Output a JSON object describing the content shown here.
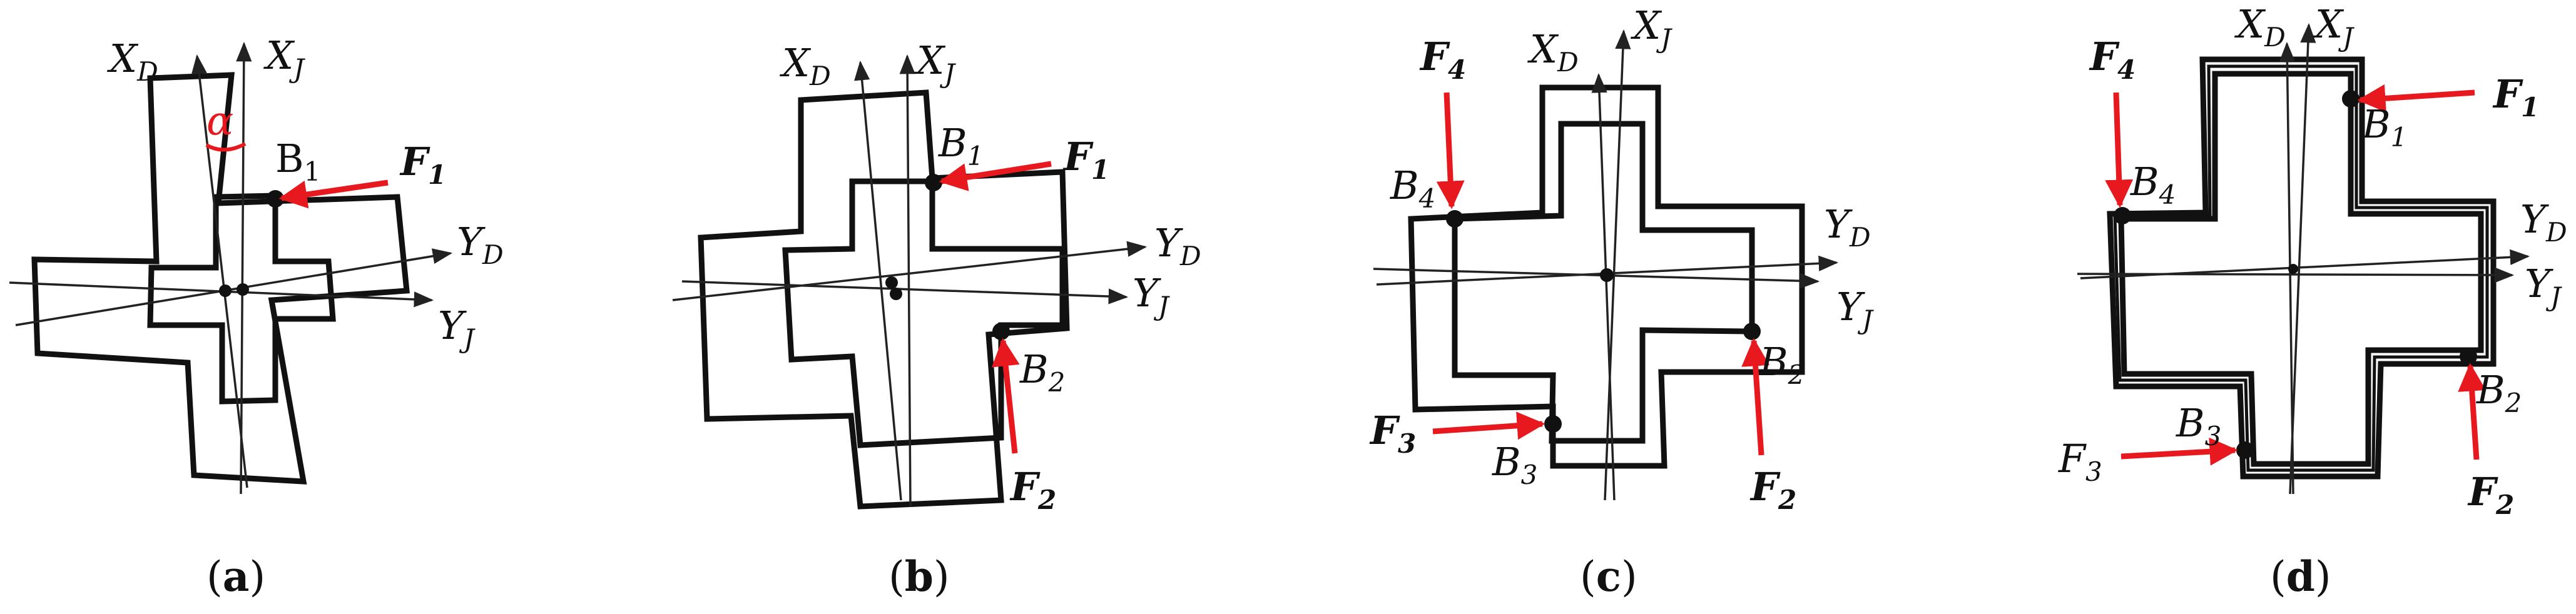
{
  "colors": {
    "force": "#e8191e",
    "outline": "#111111",
    "axis": "#222222"
  },
  "panels": [
    {
      "caption": "a",
      "xd": "X",
      "xd_sub": "D",
      "xj": "X",
      "xj_sub": "J",
      "yd": "Y",
      "yd_sub": "D",
      "yj": "Y",
      "yj_sub": "J",
      "alpha": "α",
      "points": [
        {
          "name": "B",
          "sub": "1"
        }
      ],
      "forces": [
        {
          "name": "F",
          "sub": "1"
        }
      ]
    },
    {
      "caption": "b",
      "xd": "X",
      "xd_sub": "D",
      "xj": "X",
      "xj_sub": "J",
      "yd": "Y",
      "yd_sub": "D",
      "yj": "Y",
      "yj_sub": "J",
      "points": [
        {
          "name": "B",
          "sub": "1"
        },
        {
          "name": "B",
          "sub": "2"
        }
      ],
      "forces": [
        {
          "name": "F",
          "sub": "1"
        },
        {
          "name": "F",
          "sub": "2"
        }
      ]
    },
    {
      "caption": "c",
      "xd": "X",
      "xd_sub": "D",
      "xj": "X",
      "xj_sub": "J",
      "yd": "Y",
      "yd_sub": "D",
      "yj": "Y",
      "yj_sub": "J",
      "points": [
        {
          "name": "B",
          "sub": "4"
        },
        {
          "name": "B",
          "sub": "2"
        },
        {
          "name": "B",
          "sub": "3"
        }
      ],
      "forces": [
        {
          "name": "F",
          "sub": "4"
        },
        {
          "name": "F",
          "sub": "2"
        },
        {
          "name": "F",
          "sub": "3"
        }
      ]
    },
    {
      "caption": "d",
      "xd": "X",
      "xd_sub": "D",
      "xj": "X",
      "xj_sub": "J",
      "yd": "Y",
      "yd_sub": "D",
      "yj": "Y",
      "yj_sub": "J",
      "points": [
        {
          "name": "B",
          "sub": "1"
        },
        {
          "name": "B",
          "sub": "4"
        },
        {
          "name": "B",
          "sub": "2"
        },
        {
          "name": "B",
          "sub": "3"
        }
      ],
      "forces": [
        {
          "name": "F",
          "sub": "4"
        },
        {
          "name": "F",
          "sub": "1"
        },
        {
          "name": "F",
          "sub": "3"
        },
        {
          "name": "F",
          "sub": "2"
        }
      ]
    }
  ]
}
